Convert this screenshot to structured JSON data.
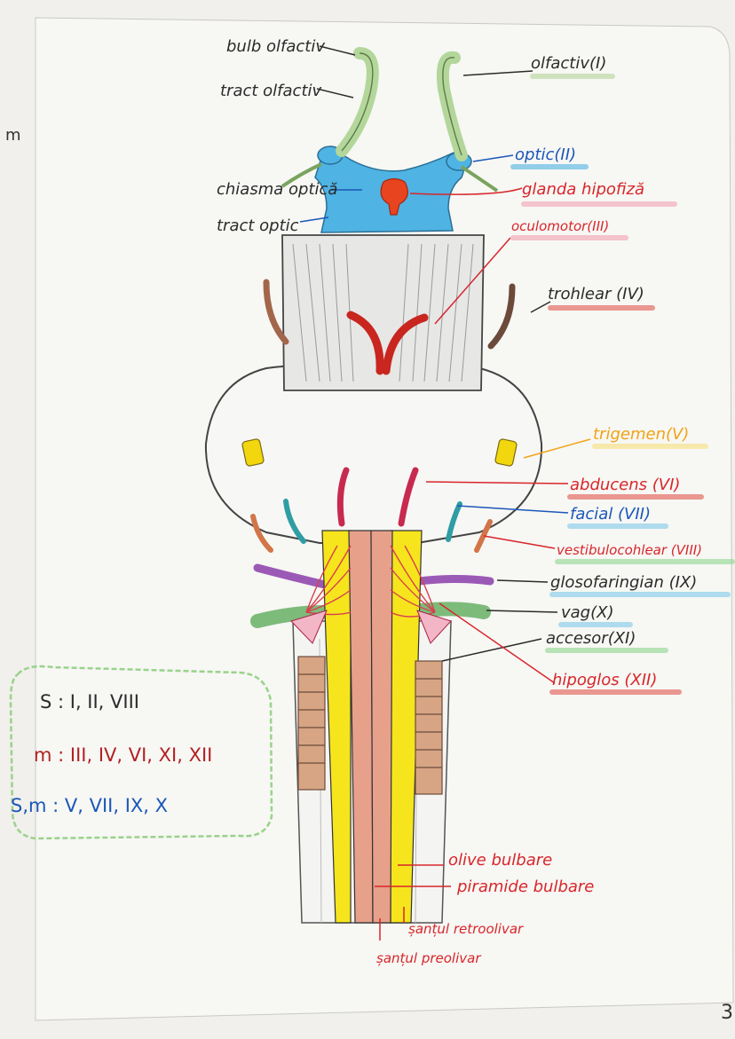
{
  "labels": {
    "bulb_olfactiv": "bulb olfactiv",
    "tract_olfactiv": "tract olfactiv",
    "olfactiv": "olfactiv(I)",
    "optic": "optic(II)",
    "chiasma_optica": "chiasma optică",
    "glanda_hipofiza": "glanda hipofiză",
    "tract_optic": "tract optic",
    "oculomotor": "oculomotor(III)",
    "trohlear": "trohlear (IV)",
    "trigemen": "trigemen(V)",
    "abducens": "abducens (VI)",
    "facial": "facial (VII)",
    "vestibulocohlear": "vestibulocohlear (VIII)",
    "glosofaringian": "glosofaringian (IX)",
    "vag": "vag(X)",
    "accesor": "accesor(XI)",
    "hipoglos": "hipoglos (XII)",
    "olive_bulbare": "olive bulbare",
    "piramide_bulbare": "piramide bulbare",
    "santul_retroolivar": "șanțul retroolivar",
    "santul_preolivar": "șanțul preolivar"
  },
  "legend": {
    "sensory": "S : I, II, VIII",
    "motor": "m : III, IV, VI, XI, XII",
    "mixed": "S,m : V, VII, IX, X"
  },
  "margin": {
    "left_letter": "m",
    "page_number": "3"
  },
  "colors": {
    "ink_black": "#2b2b2b",
    "ink_red": "#d8262a",
    "ink_blue": "#1b57b8",
    "ink_orange": "#f0a416",
    "chiasm_blue": "#4fb3e3",
    "olfactory_green": "#b3d79a",
    "hypophysis_red": "#e8441f",
    "pyramid_salmon": "#e7a08a",
    "olive_yellow": "#f6e51c",
    "accessory_brown": "#d7a584",
    "legend_border": "#9ad28a"
  }
}
